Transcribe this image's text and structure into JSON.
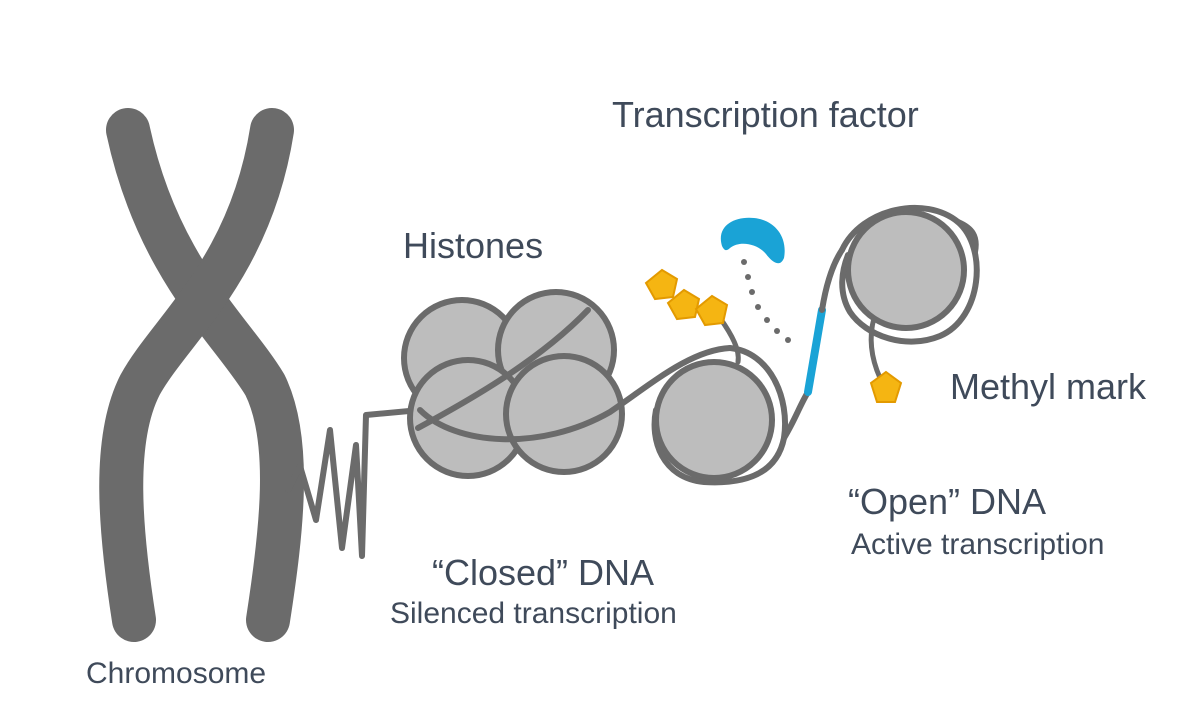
{
  "labels": {
    "chromosome": "Chromosome",
    "histones": "Histones",
    "transcription_factor": "Transcription factor",
    "methyl_mark": "Methyl mark",
    "closed_dna_title": "“Closed” DNA",
    "closed_dna_subtitle": "Silenced transcription",
    "open_dna_title": "“Open” DNA",
    "open_dna_subtitle": "Active transcription"
  },
  "colors": {
    "strand": "#6b6b6b",
    "histone_fill": "#bdbdbd",
    "histone_stroke": "#6b6b6b",
    "methyl_fill": "#f5b512",
    "methyl_stroke": "#e39a00",
    "transcription_factor": "#1aa3d6",
    "open_dna_segment": "#1aa3d6",
    "label_text": "#3f4a5a"
  }
}
